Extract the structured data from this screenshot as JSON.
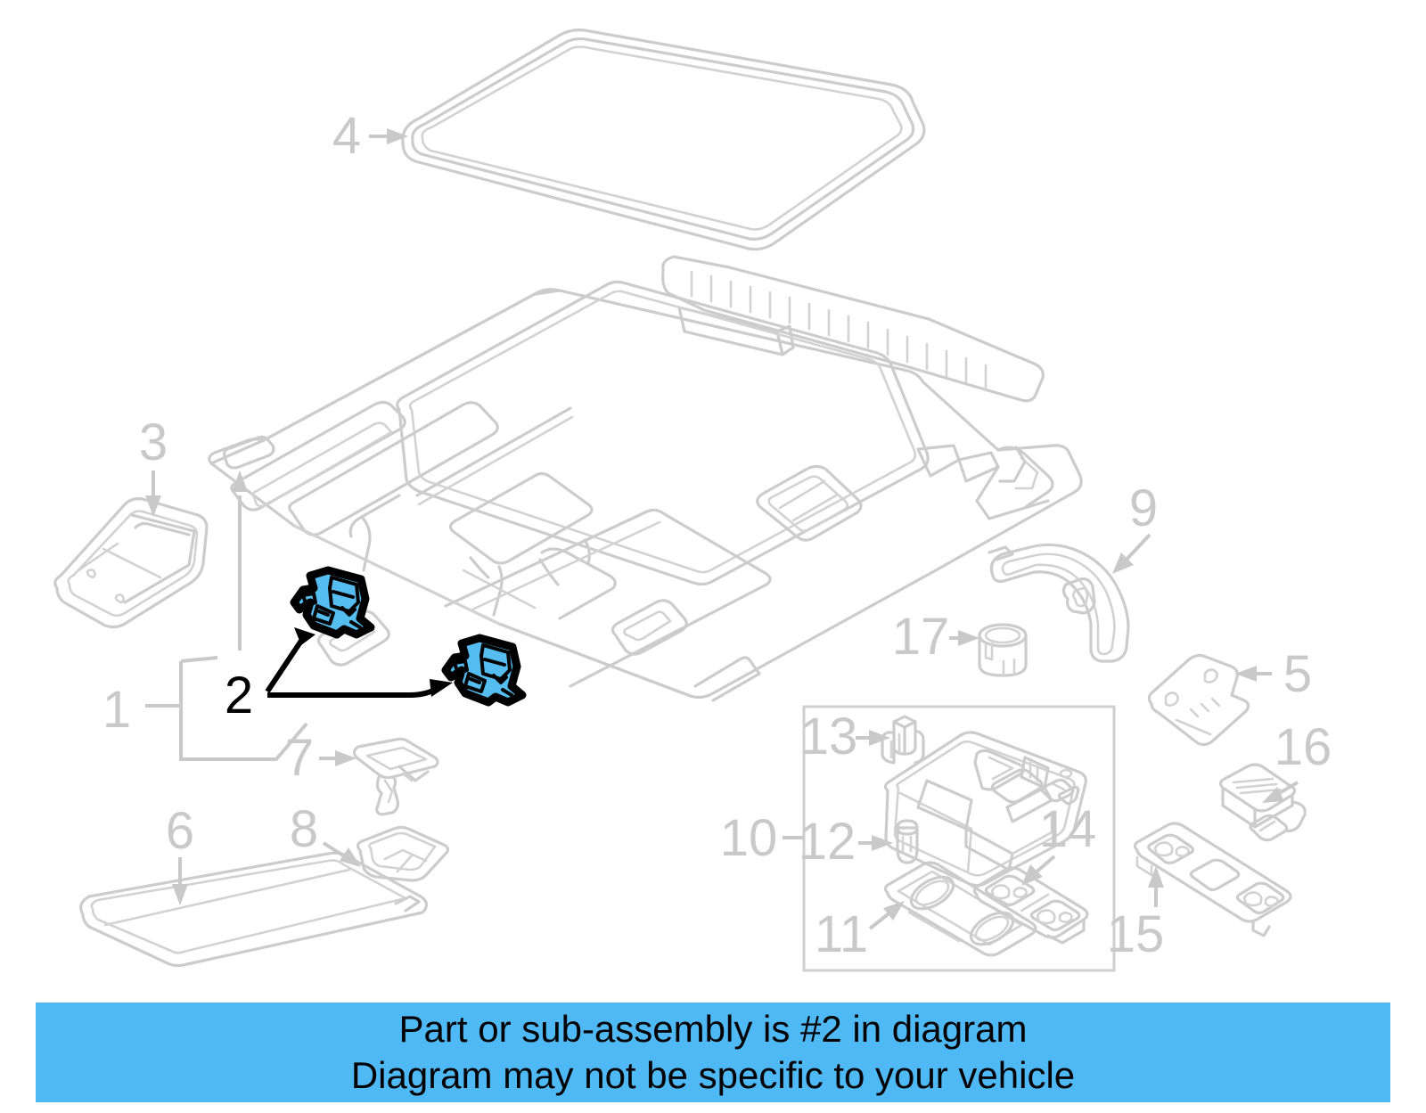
{
  "diagram": {
    "title": "Vehicle Headliner / Roof Trim Exploded Parts Diagram",
    "highlight_color": "#55bdf0",
    "line_color": "#cccccc",
    "label_color": "#c9c9c9",
    "highlight_label_color": "#000000",
    "callouts": [
      {
        "id": "1",
        "label": "1",
        "highlighted": false,
        "kind": "bracket-group"
      },
      {
        "id": "2",
        "label": "2",
        "highlighted": true,
        "kind": "clip-retainer-pair"
      },
      {
        "id": "3",
        "label": "3",
        "highlighted": false,
        "kind": "overhead-console"
      },
      {
        "id": "4",
        "label": "4",
        "highlighted": false,
        "kind": "sunroof-opening-trim"
      },
      {
        "id": "5",
        "label": "5",
        "highlighted": false,
        "kind": "bracket"
      },
      {
        "id": "6",
        "label": "6",
        "highlighted": false,
        "kind": "sun-visor"
      },
      {
        "id": "7",
        "label": "7",
        "highlighted": false,
        "kind": "visor-hook"
      },
      {
        "id": "8",
        "label": "8",
        "highlighted": false,
        "kind": "visor-support"
      },
      {
        "id": "9",
        "label": "9",
        "highlighted": false,
        "kind": "assist-grip-handle"
      },
      {
        "id": "10",
        "label": "10",
        "highlighted": false,
        "kind": "dome-lamp-assembly-group"
      },
      {
        "id": "11",
        "label": "11",
        "highlighted": false,
        "kind": "lamp-lens"
      },
      {
        "id": "12",
        "label": "12",
        "highlighted": false,
        "kind": "bulb"
      },
      {
        "id": "13",
        "label": "13",
        "highlighted": false,
        "kind": "socket"
      },
      {
        "id": "14",
        "label": "14",
        "highlighted": false,
        "kind": "lamp-bezel"
      },
      {
        "id": "15",
        "label": "15",
        "highlighted": false,
        "kind": "reading-lamp-lens"
      },
      {
        "id": "16",
        "label": "16",
        "highlighted": false,
        "kind": "lamp-module"
      },
      {
        "id": "17",
        "label": "17",
        "highlighted": false,
        "kind": "grommet-cap"
      }
    ]
  },
  "banner": {
    "line1": "Part or sub-assembly is #2 in diagram",
    "line2": "Diagram may not be specific to your vehicle",
    "background_color": "#4fb9f5",
    "text_color": "#000000"
  }
}
